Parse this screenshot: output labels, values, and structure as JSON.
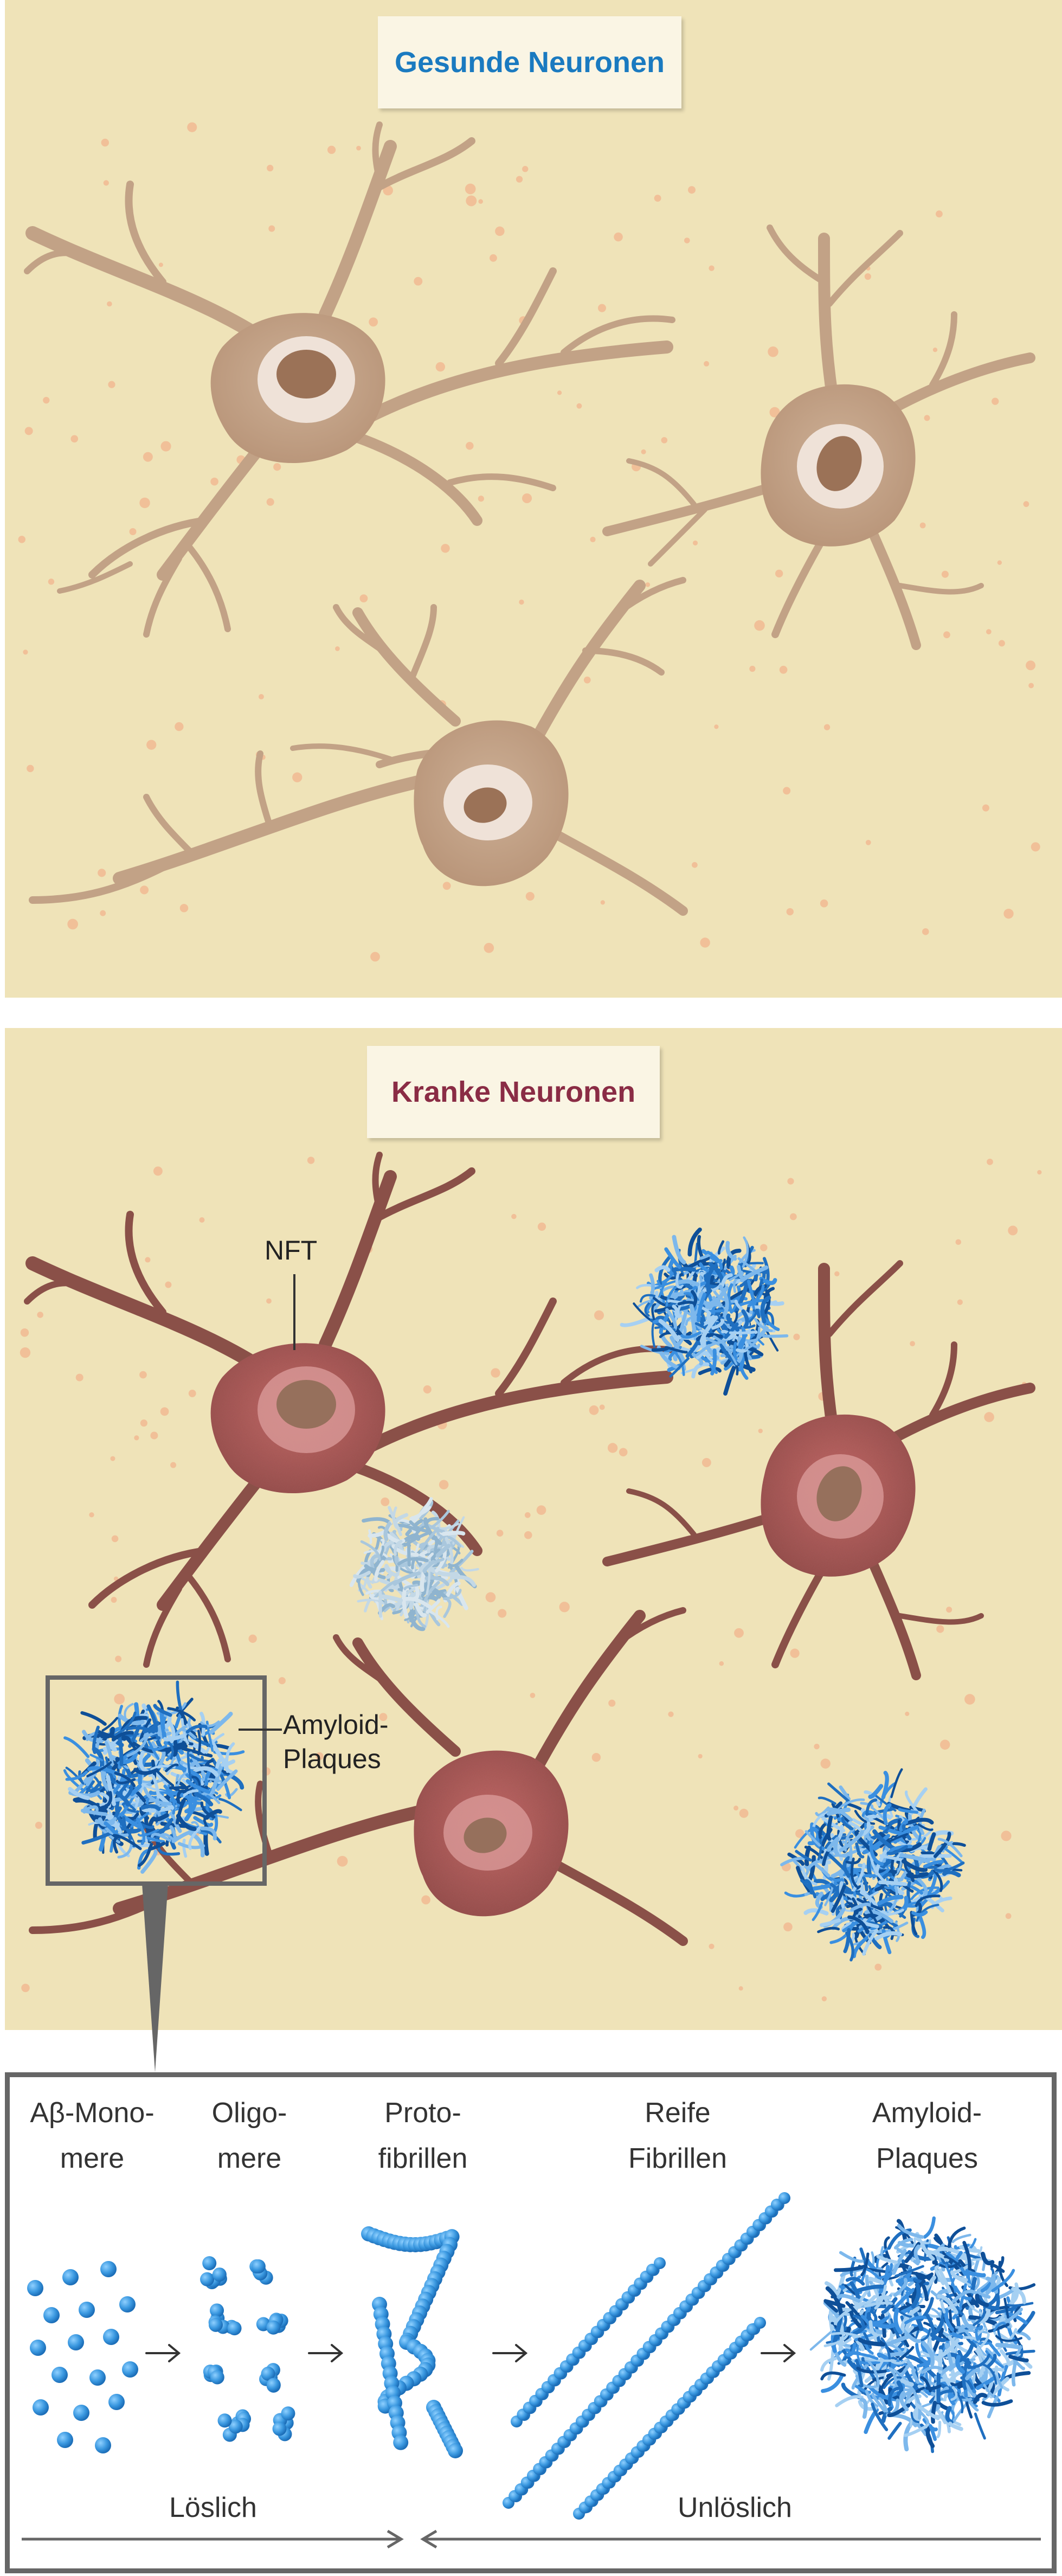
{
  "titles": {
    "healthy": "Gesunde Neuronen",
    "diseased": "Kranke Neuronen"
  },
  "labels": {
    "nft": "NFT",
    "plaque_label_line1": "Amyloid-",
    "plaque_label_line2": "Plaques"
  },
  "stages": [
    {
      "line1": "Aβ-Mono-",
      "line2": "mere"
    },
    {
      "line1": "Oligo-",
      "line2": "mere"
    },
    {
      "line1": "Proto-",
      "line2": "fibrillen"
    },
    {
      "line1": "Reife",
      "line2": "Fibrillen"
    },
    {
      "line1": "Amyloid-",
      "line2": "Plaques"
    }
  ],
  "solubility": {
    "soluble": "Löslich",
    "insoluble": "Unlöslich"
  },
  "colors": {
    "background": "#efe3b8",
    "healthy_neuron": "#c4a488",
    "diseased_neuron": "#a85c5a",
    "healthy_title": "#1a7ac0",
    "diseased_title": "#8a2c45",
    "amyloid_blue": "#2a7fd0",
    "dot": "#f2b48e"
  }
}
